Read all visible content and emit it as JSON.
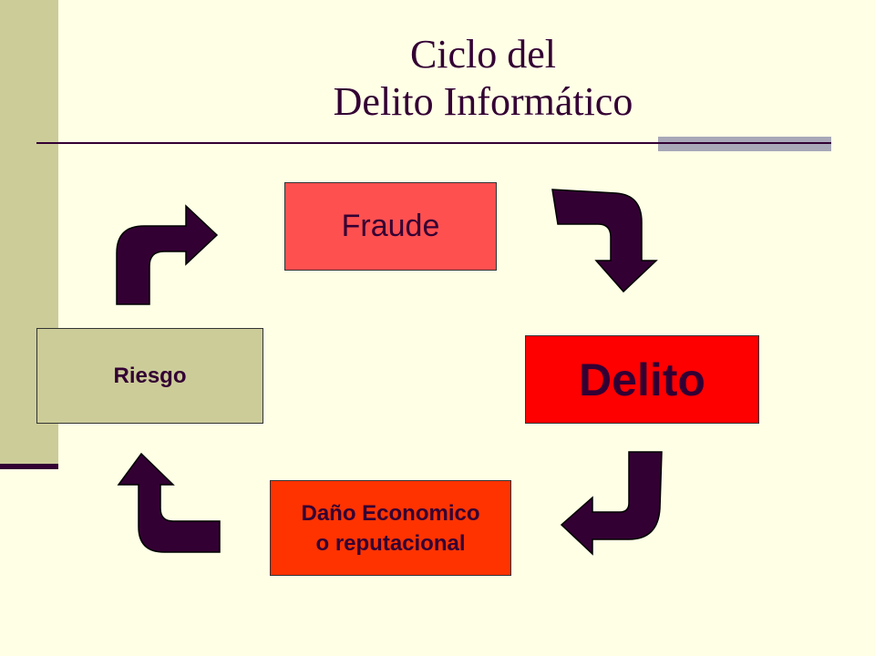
{
  "slide": {
    "title_line1": "Ciclo del",
    "title_line2": "Delito Informático"
  },
  "diagram": {
    "fraude": "Fraude",
    "delito": "Delito",
    "dano_line1": "Daño Economico",
    "dano_line2": "o reputacional",
    "riesgo": "Riesgo"
  },
  "colors": {
    "background": "#FFFFE6",
    "sidebar": "#CCCC99",
    "text": "#330033",
    "fraude_box": "#FF5050",
    "delito_box": "#FF0000",
    "dano_box": "#FF3300",
    "riesgo_box": "#CCCC99",
    "arrow": "#330033"
  },
  "arrows": [
    {
      "name": "arrow-fraude-to-delito",
      "direction": "bent-down-right"
    },
    {
      "name": "arrow-delito-to-dano",
      "direction": "bent-down-left"
    },
    {
      "name": "arrow-dano-to-riesgo",
      "direction": "bent-left-up"
    },
    {
      "name": "arrow-riesgo-to-fraude",
      "direction": "bent-up-right"
    }
  ]
}
